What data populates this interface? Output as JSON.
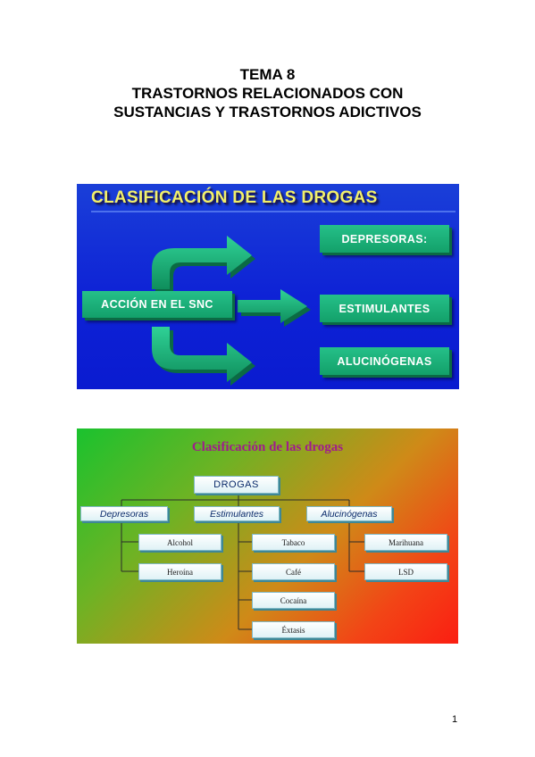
{
  "header": {
    "line1": "TEMA 8",
    "line2": "TRASTORNOS RELACIONADOS CON",
    "line3": "SUSTANCIAS Y TRASTORNOS ADICTIVOS"
  },
  "slide1": {
    "title": "CLASIFICACIÓN DE LAS DROGAS",
    "source": "ACCIÓN EN EL SNC",
    "targets": [
      "DEPRESORAS:",
      "ESTIMULANTES",
      "ALUCINÓGENAS"
    ],
    "colors": {
      "background": "#0e22d6",
      "title": "#f2f06a",
      "box": "#13a06a"
    }
  },
  "slide2": {
    "title": "Clasificación de las drogas",
    "root": "DROGAS",
    "categories": [
      "Depresoras",
      "Estimulantes",
      "Alucinógenas"
    ],
    "depresoras": [
      "Alcohol",
      "Heroína"
    ],
    "estimulantes": [
      "Tabaco",
      "Café",
      "Cocaína",
      "Éxtasis"
    ],
    "alucinogenas": [
      "Marihuana",
      "LSD"
    ],
    "colors": {
      "title": "#a01c8c",
      "gradient_start": "#1ac22e",
      "gradient_end": "#fb1e12"
    }
  },
  "page_number": "1"
}
